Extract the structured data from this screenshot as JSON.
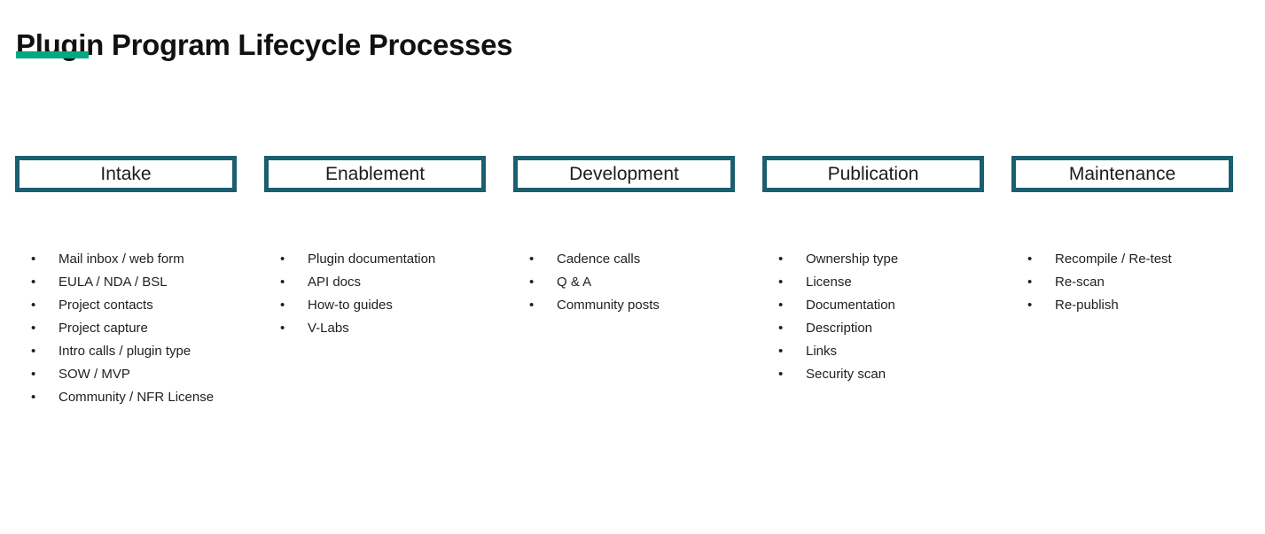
{
  "page": {
    "title": "Plugin Program Lifecycle Processes"
  },
  "colors": {
    "accent_green": "#01A982",
    "box_border_teal": "#1B5E70",
    "title_text": "#111111",
    "body_text": "#1F1F1F"
  },
  "bullet_glyph": "•",
  "columns": [
    {
      "id": "intake",
      "title": "Intake",
      "items": [
        "Mail inbox / web form",
        "EULA / NDA / BSL",
        "Project contacts",
        "Project capture",
        "Intro calls / plugin type",
        "SOW / MVP",
        "Community / NFR License"
      ]
    },
    {
      "id": "enablement",
      "title": "Enablement",
      "items": [
        "Plugin documentation",
        "API docs",
        "How-to guides",
        "V-Labs"
      ]
    },
    {
      "id": "development",
      "title": "Development",
      "items": [
        "Cadence calls",
        "Q & A",
        "Community posts"
      ]
    },
    {
      "id": "publication",
      "title": "Publication",
      "items": [
        "Ownership type",
        "License",
        "Documentation",
        "Description",
        "Links",
        "Security scan"
      ]
    },
    {
      "id": "maintenance",
      "title": "Maintenance",
      "items": [
        "Recompile / Re-test",
        "Re-scan",
        "Re-publish"
      ]
    }
  ]
}
